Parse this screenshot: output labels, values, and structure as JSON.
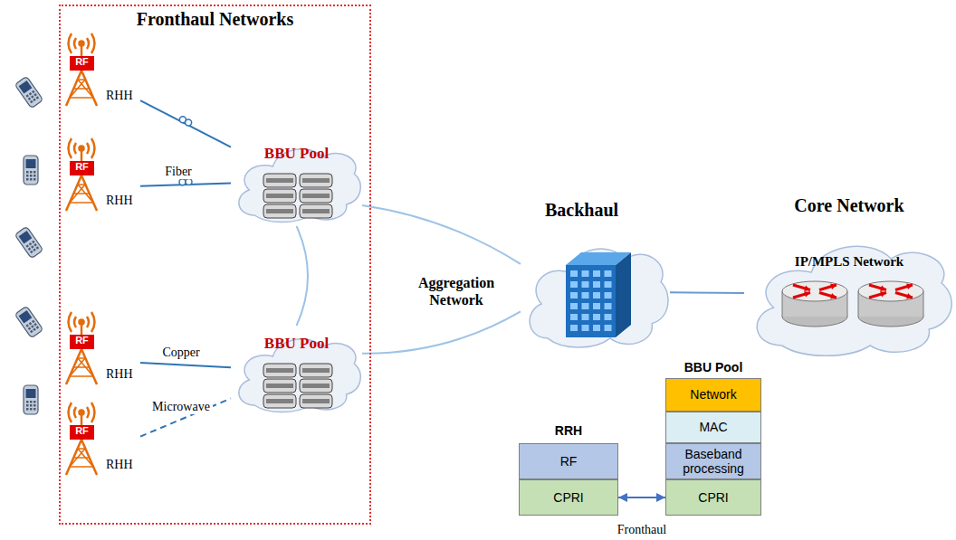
{
  "diagram": {
    "nodes": [
      {
        "text": [
          "Fronthaul Networks"
        ]
      },
      {
        "text": [
          "RF",
          "RHH"
        ],
        "in": 0
      },
      {
        "text": [
          "RF",
          "RHH"
        ],
        "in": 0
      },
      {
        "text": [
          "BBU Pool"
        ],
        "in": 0
      },
      {
        "text": [
          "RF",
          "RHH"
        ],
        "in": 0
      },
      {
        "text": [
          "RF",
          "RHH"
        ],
        "in": 0
      },
      {
        "text": [
          "BBU Pool"
        ],
        "in": 0
      },
      {
        "text": [
          "Backhaul"
        ]
      },
      {
        "text": [
          "Core Network",
          "IP/MPLS Network"
        ]
      },
      {
        "text": [
          "RRH"
        ]
      },
      {
        "text": [
          "RF"
        ],
        "in": 9
      },
      {
        "text": [
          "CPRI"
        ],
        "in": 9
      },
      {
        "text": [
          "BBU Pool"
        ]
      },
      {
        "text": [
          "Network"
        ],
        "in": 12
      },
      {
        "text": [
          "MAC"
        ],
        "in": 12
      },
      {
        "text": [
          "Baseband processing"
        ],
        "in": 12
      },
      {
        "text": [
          "CPRI"
        ],
        "in": 12
      }
    ],
    "edges": [
      {
        "from": 1,
        "to": 3,
        "arrow": "none"
      },
      {
        "from": 2,
        "to": 3,
        "label": "Fiber",
        "arrow": "none"
      },
      {
        "from": 4,
        "to": 6,
        "label": "Copper",
        "arrow": "none"
      },
      {
        "from": 5,
        "to": 6,
        "label": "Microwave",
        "arrow": "none"
      },
      {
        "from": 3,
        "to": 6,
        "arrow": "none"
      },
      {
        "from": 3,
        "to": 7,
        "arrow": "none"
      },
      {
        "from": 6,
        "to": 7,
        "arrow": "none"
      },
      {
        "from": 7,
        "to": 8,
        "arrow": "none"
      },
      {
        "from": 11,
        "to": 16,
        "label": "Fronthaul",
        "arrow": "both"
      }
    ],
    "labels": [
      "Aggregation Network"
    ]
  }
}
